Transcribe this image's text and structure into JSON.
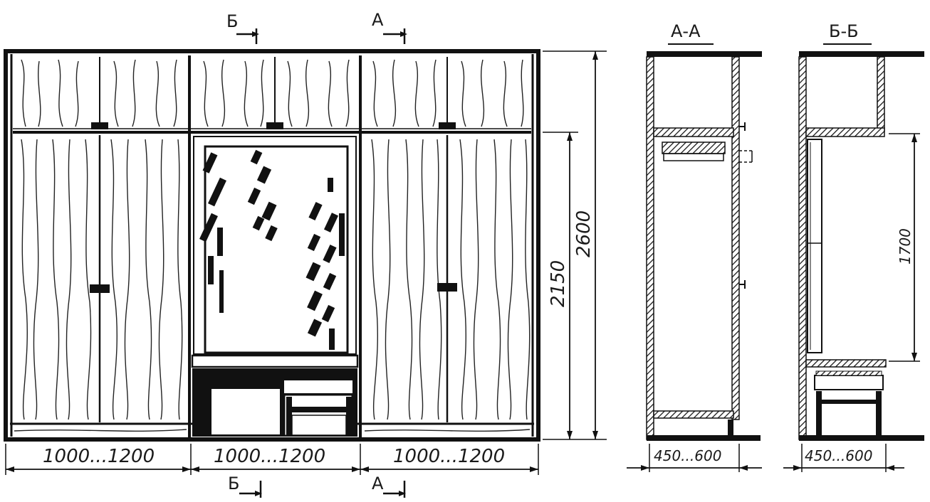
{
  "front_view": {
    "width_labels": [
      "1000...1200",
      "1000...1200",
      "1000...1200"
    ],
    "height_labels": {
      "door_height": "2150",
      "total_height": "2600"
    },
    "section_marks": {
      "a": "А",
      "b": "Б"
    }
  },
  "section_aa": {
    "title": "А-А",
    "depth_label": "450...600"
  },
  "section_bb": {
    "title": "Б-Б",
    "depth_label": "450...600",
    "mirror_height": "1700"
  }
}
